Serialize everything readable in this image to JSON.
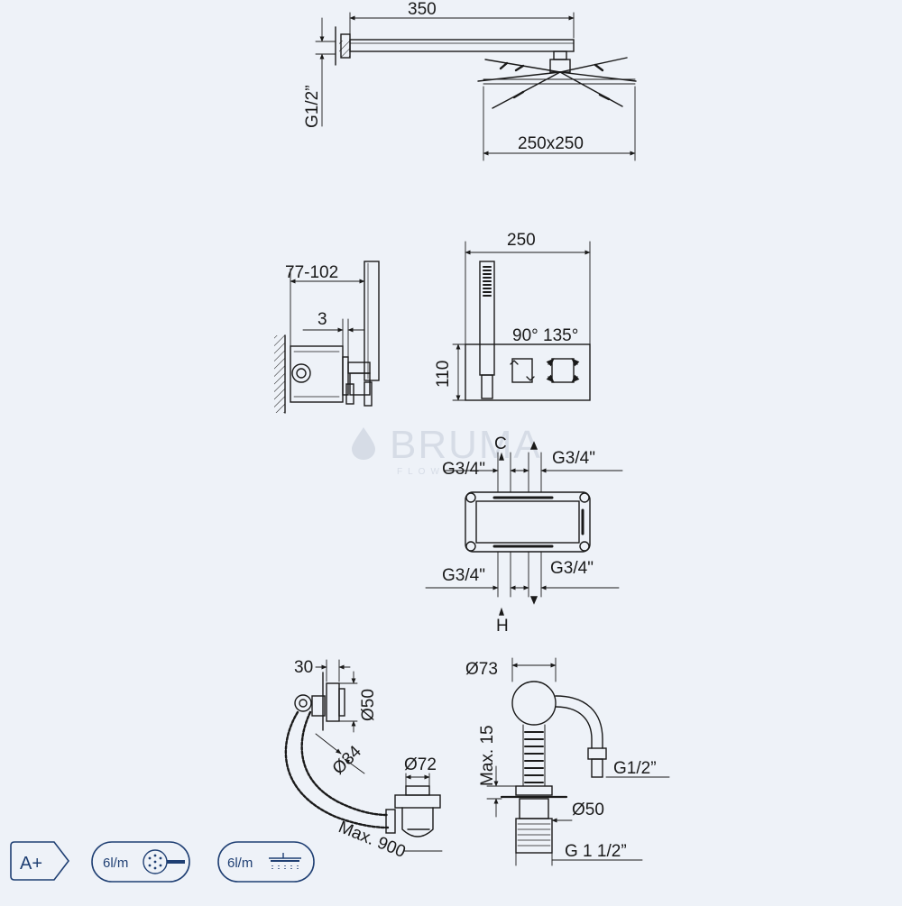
{
  "brand": {
    "name": "BRUMA",
    "tagline": "FLOW"
  },
  "colors": {
    "background": "#eef2f8",
    "line": "#1a1a1a",
    "badge_border": "#1f3f73",
    "badge_text": "#1f3f73",
    "watermark": "#d6dce6"
  },
  "shower_head": {
    "arm_length": "350",
    "thread": "G1/2”",
    "head_size": "250x250"
  },
  "hand_shower": {
    "depth_range": "77-102",
    "offset": "3",
    "panel_width": "250",
    "panel_height": "110",
    "angles": "90° 135°"
  },
  "valve_top": {
    "label_cold": "C",
    "left_port": "G3/4\"",
    "right_port": "G3/4\""
  },
  "valve_bottom": {
    "label_hot": "H",
    "left_port": "G3/4\"",
    "right_port": "G3/4\""
  },
  "waste": {
    "overflow_depth": "30",
    "overflow_dia": "Ø50",
    "hose_dia": "Ø34",
    "drain_dia": "Ø72",
    "hose_length": "Max. 900"
  },
  "filler": {
    "head_dia": "Ø73",
    "height": "Max. 15",
    "inlet_thread": "G1/2”",
    "base_dia": "Ø50",
    "outlet_thread": "G 1 1/2”"
  },
  "badges": [
    {
      "label": "A+",
      "icon": "energy-class-icon"
    },
    {
      "label": "6l/m",
      "icon": "hand-shower-icon"
    },
    {
      "label": "6l/m",
      "icon": "rain-shower-icon"
    }
  ]
}
